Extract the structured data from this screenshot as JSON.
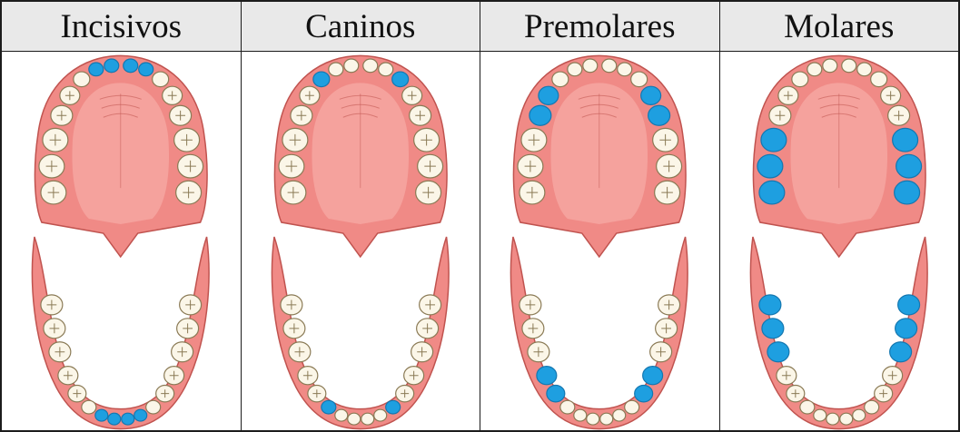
{
  "columns": [
    {
      "key": "incisors",
      "label": "Incisivos",
      "highlight": "incisors"
    },
    {
      "key": "canines",
      "label": "Caninos",
      "highlight": "canines"
    },
    {
      "key": "premolars",
      "label": "Premolares",
      "highlight": "premolars"
    },
    {
      "key": "molars",
      "label": "Molares",
      "highlight": "molars"
    }
  ],
  "colors": {
    "gum": "#f08a86",
    "gum_edge": "#c0534f",
    "palate": "#f5a29d",
    "tooth": "#fbf6e8",
    "tooth_edge": "#8a7a55",
    "highlight": "#1e9fe0",
    "header_bg": "#e9e9e9",
    "border": "#1c1c1c"
  }
}
